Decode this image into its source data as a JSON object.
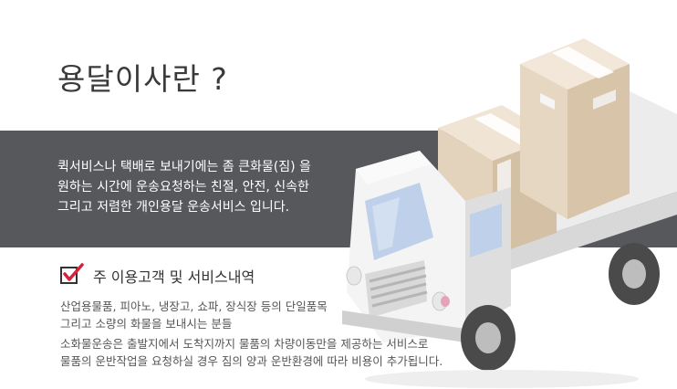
{
  "header": {
    "title": "용달이사란 ?"
  },
  "intro": {
    "lines": [
      "퀵서비스나 택배로 보내기에는 좀 큰화물(짐) 을",
      "원하는 시간에 운송요청하는 친절, 안전, 신속한",
      "그리고 저렴한 개인용달 운송서비스 입니다."
    ]
  },
  "section": {
    "title": "주 이용고객 및 서비스내역",
    "check_color": "#d6213a",
    "lines": [
      "산업용물품, 피아노, 냉장고, 쇼파, 장식장 등의 단일품목",
      "그리고 소량의 화물을 보내시는 분들",
      "소화물운송은 출발지에서 도착지까지 물품의 차량이동만을 제공하는 서비스로",
      "물품의 운반작업을 요청하실 경우 짐의 양과 운반환경에 따라 비용이 추가됩니다."
    ]
  },
  "colors": {
    "band": "#56585c",
    "accent": "#d6213a",
    "box": "#e3d3bd"
  },
  "illustration": {
    "icon": "truck-with-boxes-icon"
  }
}
